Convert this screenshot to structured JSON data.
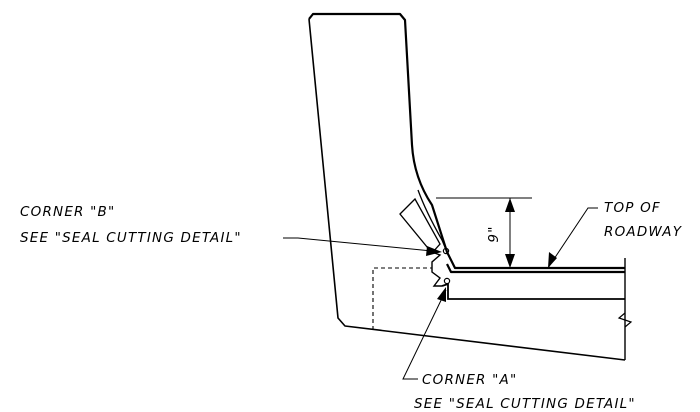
{
  "labels": {
    "corner_b": "CORNER \"B\"",
    "corner_b_ref": "SEE \"SEAL CUTTING DETAIL\"",
    "corner_a": "CORNER \"A\"",
    "corner_a_ref": "SEE \"SEAL CUTTING DETAIL\"",
    "top_of": "TOP OF",
    "roadway": "ROADWAY",
    "dimension": "9\""
  },
  "colors": {
    "line": "#000000",
    "background": "#ffffff"
  }
}
